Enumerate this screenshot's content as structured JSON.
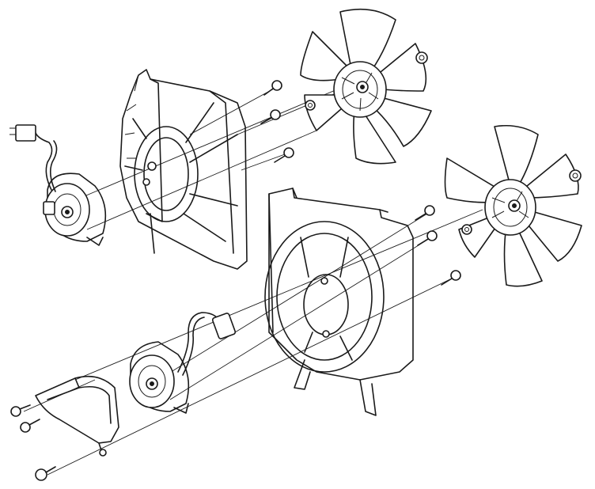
{
  "diagram": {
    "description_visible_text": [],
    "stroke_color": "#1a1a1a",
    "background_color": "#ffffff",
    "parts": [
      {
        "id": "upper-fan-blade",
        "icon": "fan-blade-icon"
      },
      {
        "id": "upper-fan-shroud",
        "icon": "shroud-icon"
      },
      {
        "id": "upper-fan-motor",
        "icon": "motor-icon"
      },
      {
        "id": "upper-motor-connector",
        "icon": "connector-icon"
      },
      {
        "id": "lower-fan-blade",
        "icon": "fan-blade-icon"
      },
      {
        "id": "lower-fan-shroud",
        "icon": "shroud-icon"
      },
      {
        "id": "lower-fan-motor",
        "icon": "motor-icon"
      },
      {
        "id": "lower-motor-connector",
        "icon": "connector-icon"
      },
      {
        "id": "motor-bracket-cover",
        "icon": "bracket-icon"
      },
      {
        "id": "bolts",
        "icon": "bolt-icon"
      },
      {
        "id": "nuts",
        "icon": "nut-icon"
      }
    ]
  }
}
